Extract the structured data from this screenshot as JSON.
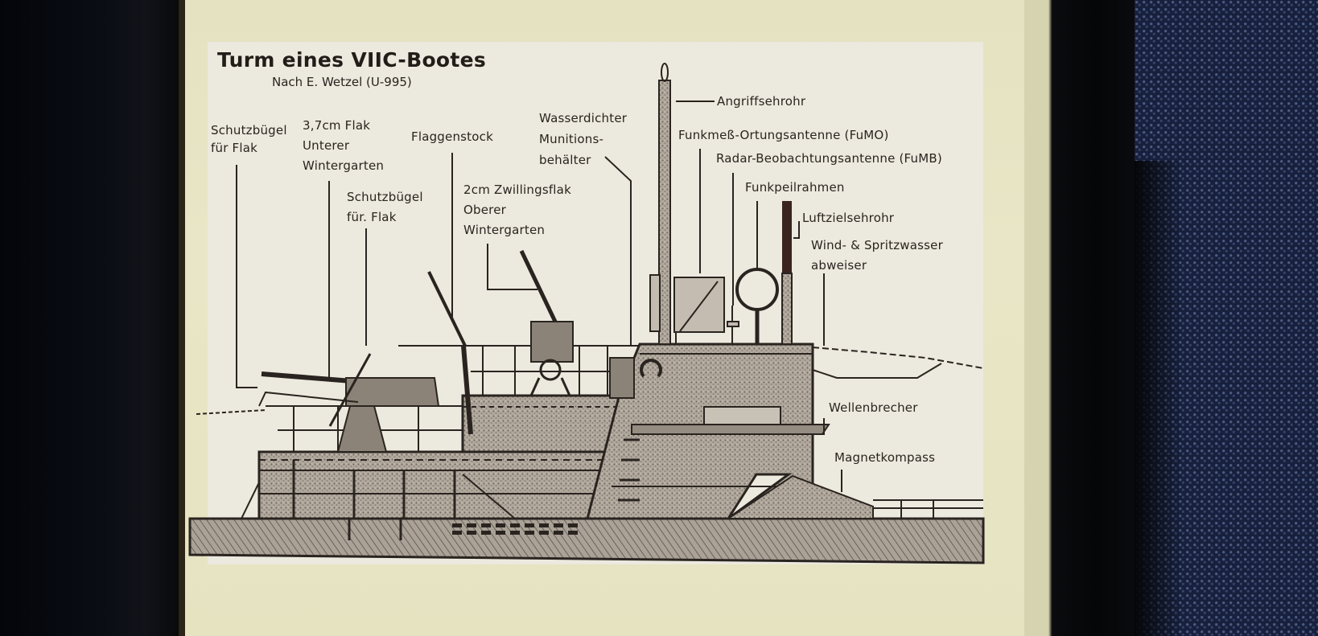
{
  "placard": {
    "title": "Turm eines VIIC-Bootes",
    "subtitle": "Nach E. Wetzel (U-995)"
  },
  "labels": {
    "schutzbuegel_1": [
      "Schutzbügel",
      "für Flak"
    ],
    "flak_37": [
      "3,7cm Flak",
      "Unterer",
      "Wintergarten"
    ],
    "schutzbuegel_2": [
      "Schutzbügel",
      "für. Flak"
    ],
    "flaggenstock": "Flaggenstock",
    "zwillingsflak": [
      "2cm Zwillingsflak",
      "Oberer",
      "Wintergarten"
    ],
    "munitionsbehaelter": [
      "Wasserdichter",
      "Munitions-",
      "behälter"
    ],
    "angriffsehrohr": "Angriffsehrohr",
    "fumo": "Funkmeß-Ortungsantenne (FuMO)",
    "fumb": "Radar-Beobachtungsantenne (FuMB)",
    "funkpeilrahmen": "Funkpeilrahmen",
    "luftzielsehrohr": "Luftzielsehrohr",
    "spritzwasser": [
      "Wind- & Spritzwasser",
      "abweiser"
    ],
    "wellenbrecher": "Wellenbrecher",
    "magnetkompass": "Magnetkompass"
  },
  "colors": {
    "ink": "#2a2420",
    "hull_fill": "#a39a90",
    "sheet": "#ece9de",
    "mat": "#e6e3c1",
    "fabric": "#17203c"
  }
}
